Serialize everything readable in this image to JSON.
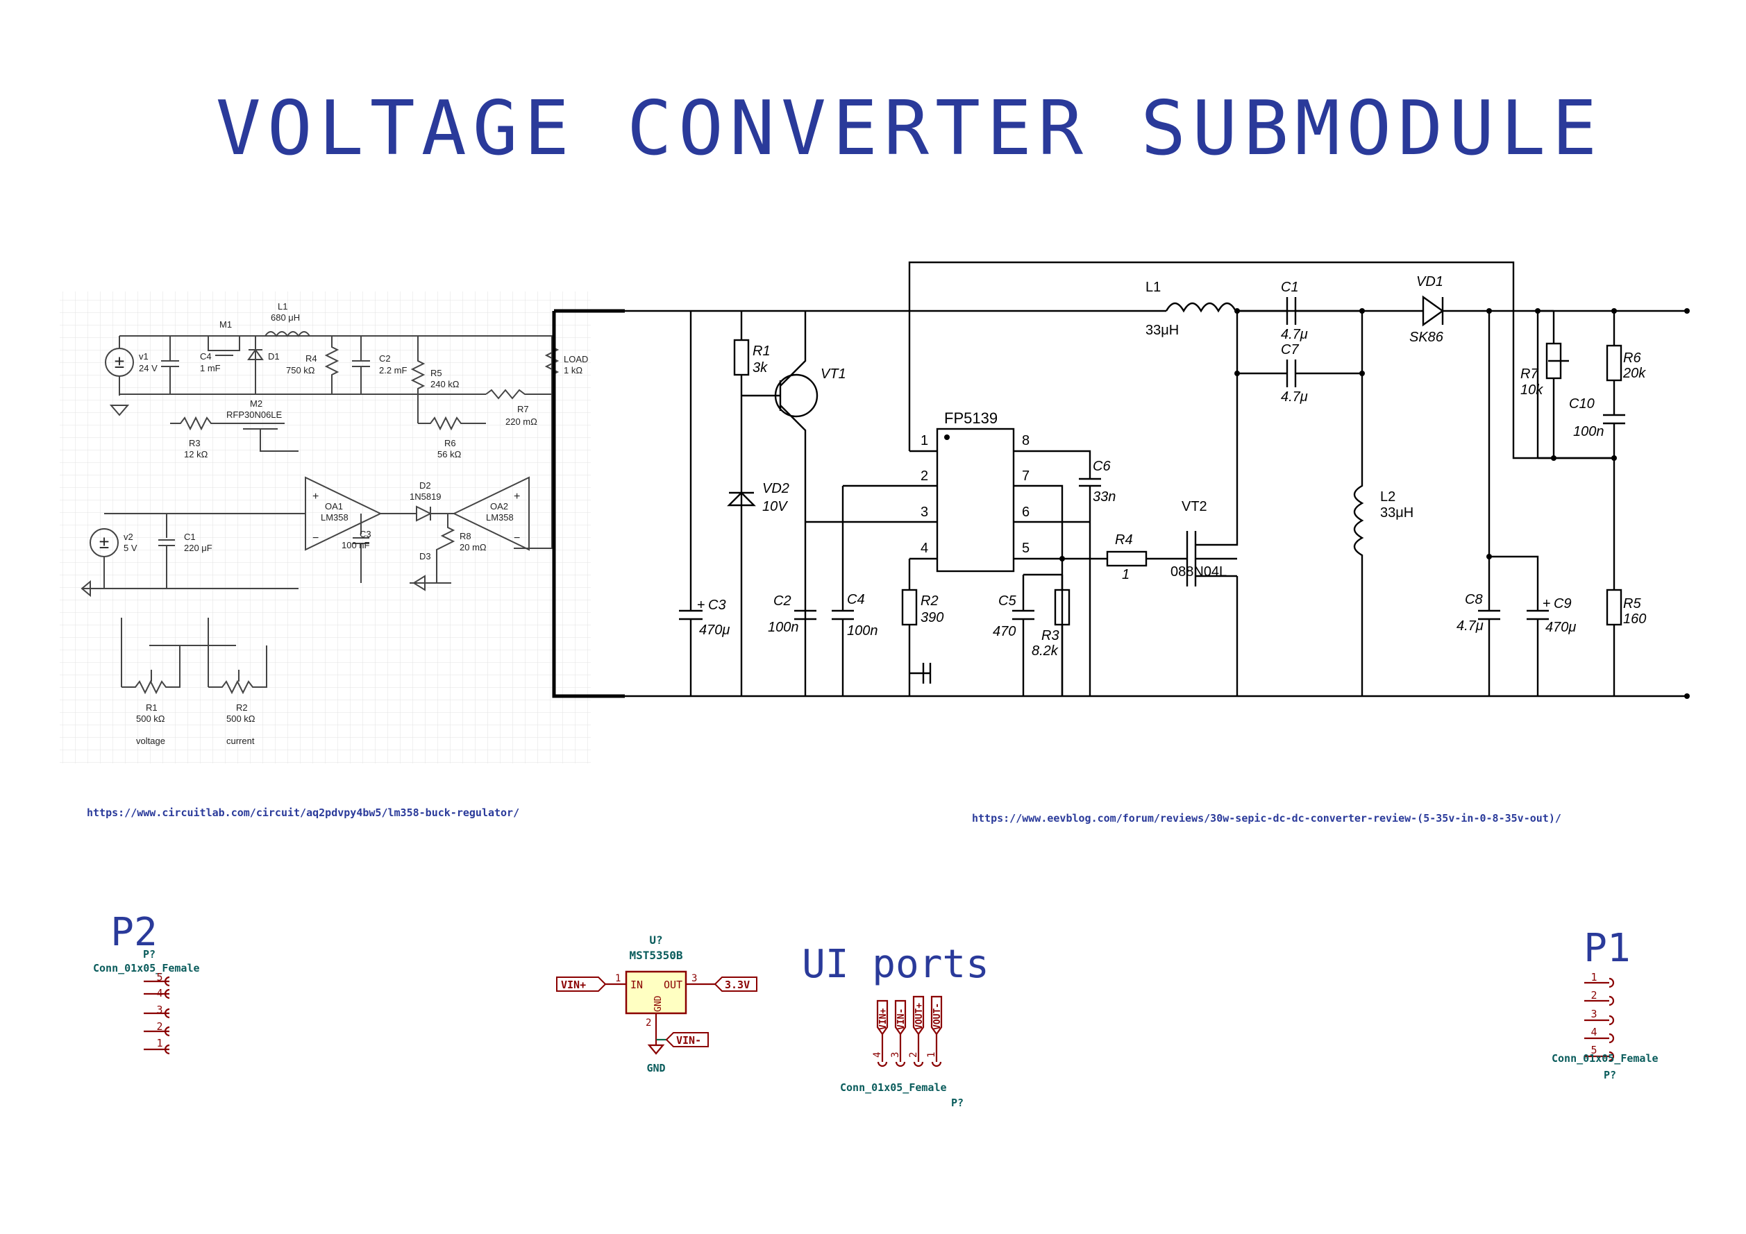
{
  "title": "VOLTAGE CONVERTER SUBMODULE",
  "links": {
    "left": "https://www.circuitlab.com/circuit/aq2pdvpy4bw5/lm358-buck-regulator/",
    "right": "https://www.eevblog.com/forum/reviews/30w-sepic-dc-dc-converter-review-(5-35v-in-0-8-35v-out)/"
  },
  "buck": {
    "v1": "v1",
    "v1_val": "24 V",
    "c4": "C4",
    "c4_val": "1 mF",
    "m1": "M1",
    "l1": "L1",
    "l1_val": "680 μH",
    "d1": "D1",
    "r4": "R4",
    "r4_val": "750 kΩ",
    "c2": "C2",
    "c2_val": "2.2 mF",
    "r5": "R5",
    "r5_val": "240 kΩ",
    "load": "LOAD",
    "load_val": "1 kΩ",
    "m2": "M2",
    "m2_val": "RFP30N06LE",
    "r3": "R3",
    "r3_val": "12 kΩ",
    "r6": "R6",
    "r6_val": "56 kΩ",
    "r7": "R7",
    "r7_val": "220 mΩ",
    "d2": "D2",
    "d2_val": "1N5819",
    "oa1": "OA1",
    "oa1_val": "LM358",
    "oa2": "OA2",
    "oa2_val": "LM358",
    "v2": "v2",
    "v2_val": "5 V",
    "c1": "C1",
    "c1_val": "220 μF",
    "c3": "C3",
    "c3_val": "100 nF",
    "r8": "R8",
    "r8_val": "20 mΩ",
    "d3": "D3",
    "r1": "R1",
    "r1_val": "500 kΩ",
    "r1_desc": "voltage",
    "r2": "R2",
    "r2_val": "500 kΩ",
    "r2_desc": "current"
  },
  "sepic": {
    "l1": "L1",
    "l1_val": "33μH",
    "c1": "C1",
    "c1_val": "4.7μ",
    "c7": "C7",
    "c7_val": "4.7μ",
    "vd1": "VD1",
    "vd1_val": "SK86",
    "r1": "R1",
    "r1_val": "3k",
    "vt1": "VT1",
    "vd2": "VD2",
    "vd2_val": "10V",
    "ic": "FP5139",
    "pins": [
      "1",
      "2",
      "3",
      "4",
      "5",
      "6",
      "7",
      "8"
    ],
    "c6": "C6",
    "c6_val": "33n",
    "vt2": "VT2",
    "vt2_val": "088N04L",
    "r4": "R4",
    "r4_val": "1",
    "l2": "L2",
    "l2_val": "33μH",
    "r7": "R7",
    "r7_val": "10k",
    "r6": "R6",
    "r6_val": "20k",
    "c10": "C10",
    "c10_val": "100n",
    "c3": "C3",
    "c3_val": "470μ",
    "c2": "C2",
    "c2_val": "100n",
    "c4": "C4",
    "c4_val": "100n",
    "r2": "R2",
    "r2_val": "390",
    "c5": "C5",
    "c5_val": "470",
    "r3": "R3",
    "r3_val": "8.2k",
    "c8": "C8",
    "c8_val": "4.7μ",
    "c9": "C9",
    "c9_val": "470μ",
    "r5": "R5",
    "r5_val": "160",
    "plus": "+"
  },
  "p2": {
    "title": "P2",
    "ref": "P?",
    "value": "Conn_01x05_Female",
    "pins": [
      "5",
      "4",
      "3",
      "2",
      "1"
    ]
  },
  "p1": {
    "title": "P1",
    "ref": "P?",
    "value": "Conn_01x05_Female",
    "pins": [
      "1",
      "2",
      "3",
      "4",
      "5"
    ]
  },
  "regulator": {
    "ref": "U?",
    "value": "MST5350B",
    "in": "IN",
    "out": "OUT",
    "gnd": "GND",
    "pin_in": "1",
    "pin_out": "3",
    "pin_gnd": "2",
    "label_vin": "VIN+",
    "label_out": "3.3V",
    "label_gnd_net": "VIN-",
    "gnd_symbol": "GND"
  },
  "ui_ports": {
    "title": "UI ports",
    "value": "Conn_01x05_Female",
    "ref": "P?",
    "labels": [
      "VIN+",
      "VIN-",
      "VOUT+",
      "VOUT-"
    ],
    "pins": [
      "4",
      "3",
      "2",
      "1"
    ]
  },
  "colors": {
    "title": "#2a3a9a",
    "kicad_red": "#8a0000",
    "kicad_teal": "#0a5c5c",
    "symbol_fill": "#ffffc2"
  }
}
